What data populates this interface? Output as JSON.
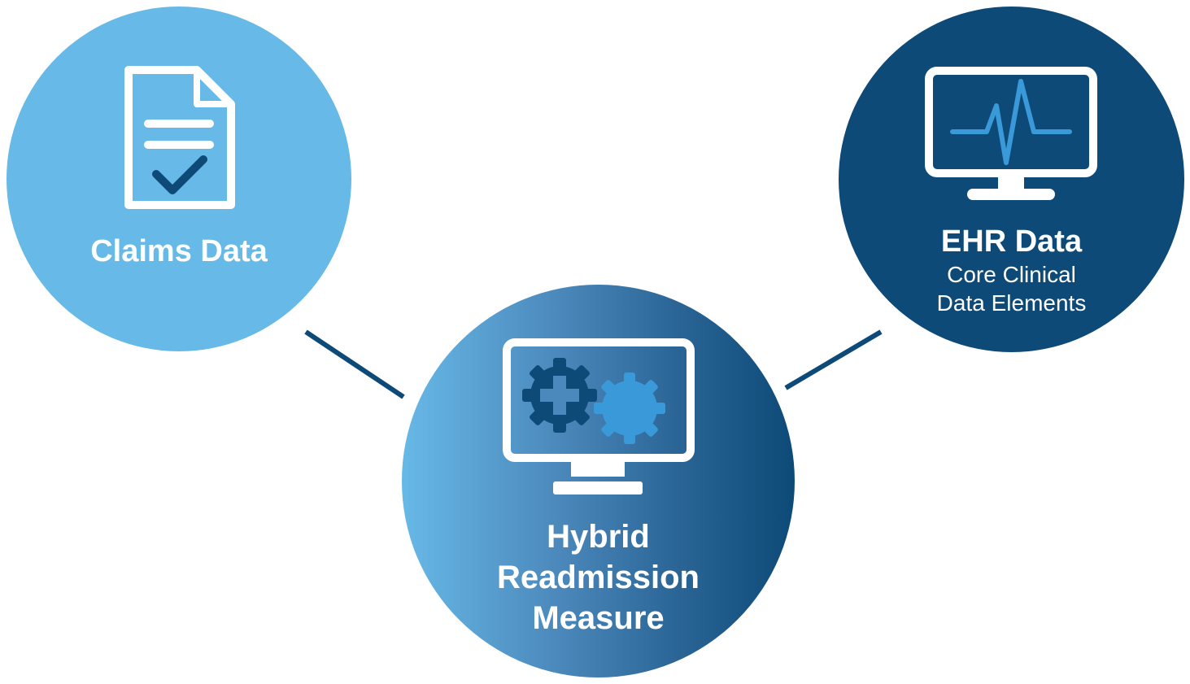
{
  "nodes": {
    "claims": {
      "title": "Claims Data",
      "icon": "document-check-icon",
      "color": "#67b9e7"
    },
    "ehr": {
      "title": "EHR Data",
      "subtitle_lines": [
        "Core Clinical",
        "Data Elements"
      ],
      "icon": "monitor-heartbeat-icon",
      "color": "#0d4a77"
    },
    "hybrid": {
      "title_lines": [
        "Hybrid",
        "Readmission",
        "Measure"
      ],
      "icon": "monitor-gears-icon",
      "gradient": [
        "#67b9e7",
        "#0d4a77"
      ]
    }
  },
  "connections": [
    {
      "from": "claims",
      "to": "hybrid"
    },
    {
      "from": "ehr",
      "to": "hybrid"
    }
  ],
  "colors": {
    "connector": "#0d4a77",
    "accent_blue": "#3a9ad9",
    "white": "#ffffff"
  }
}
